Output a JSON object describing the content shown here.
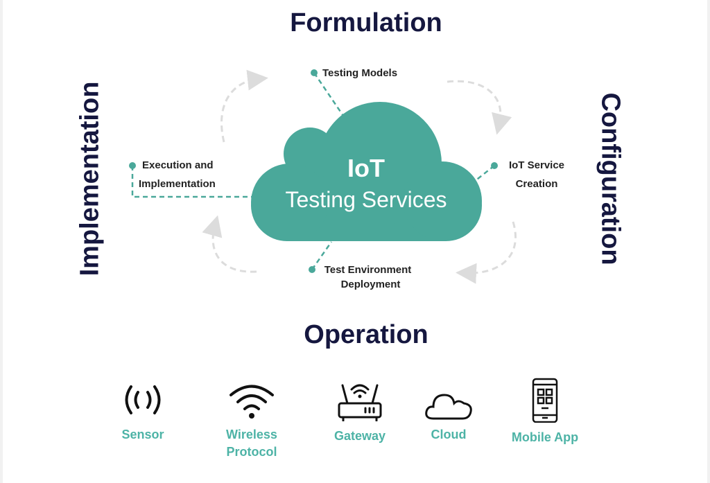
{
  "phases": {
    "top": "Formulation",
    "left": "Implementation",
    "right": "Configuration",
    "bottom": "Operation"
  },
  "center": {
    "line1": "IoT",
    "line2": "Testing Services"
  },
  "steps": {
    "testing_models": "Testing Models",
    "execution_1": "Execution and",
    "execution_2": "Implementation",
    "service_1": "IoT Service",
    "service_2": "Creation",
    "env_1": "Test Environment",
    "env_2": "Deployment"
  },
  "components": [
    {
      "icon": "sensor-icon",
      "label": "Sensor"
    },
    {
      "icon": "wifi-icon",
      "label": "Wireless",
      "label2": "Protocol"
    },
    {
      "icon": "router-icon",
      "label": "Gateway"
    },
    {
      "icon": "cloud-icon",
      "label": "Cloud"
    },
    {
      "icon": "mobile-app-icon",
      "label": "Mobile App"
    }
  ],
  "colors": {
    "teal": "#4aa89a",
    "navy": "#15173f",
    "label": "#4db3a6",
    "arrow": "#dcdcdc"
  }
}
